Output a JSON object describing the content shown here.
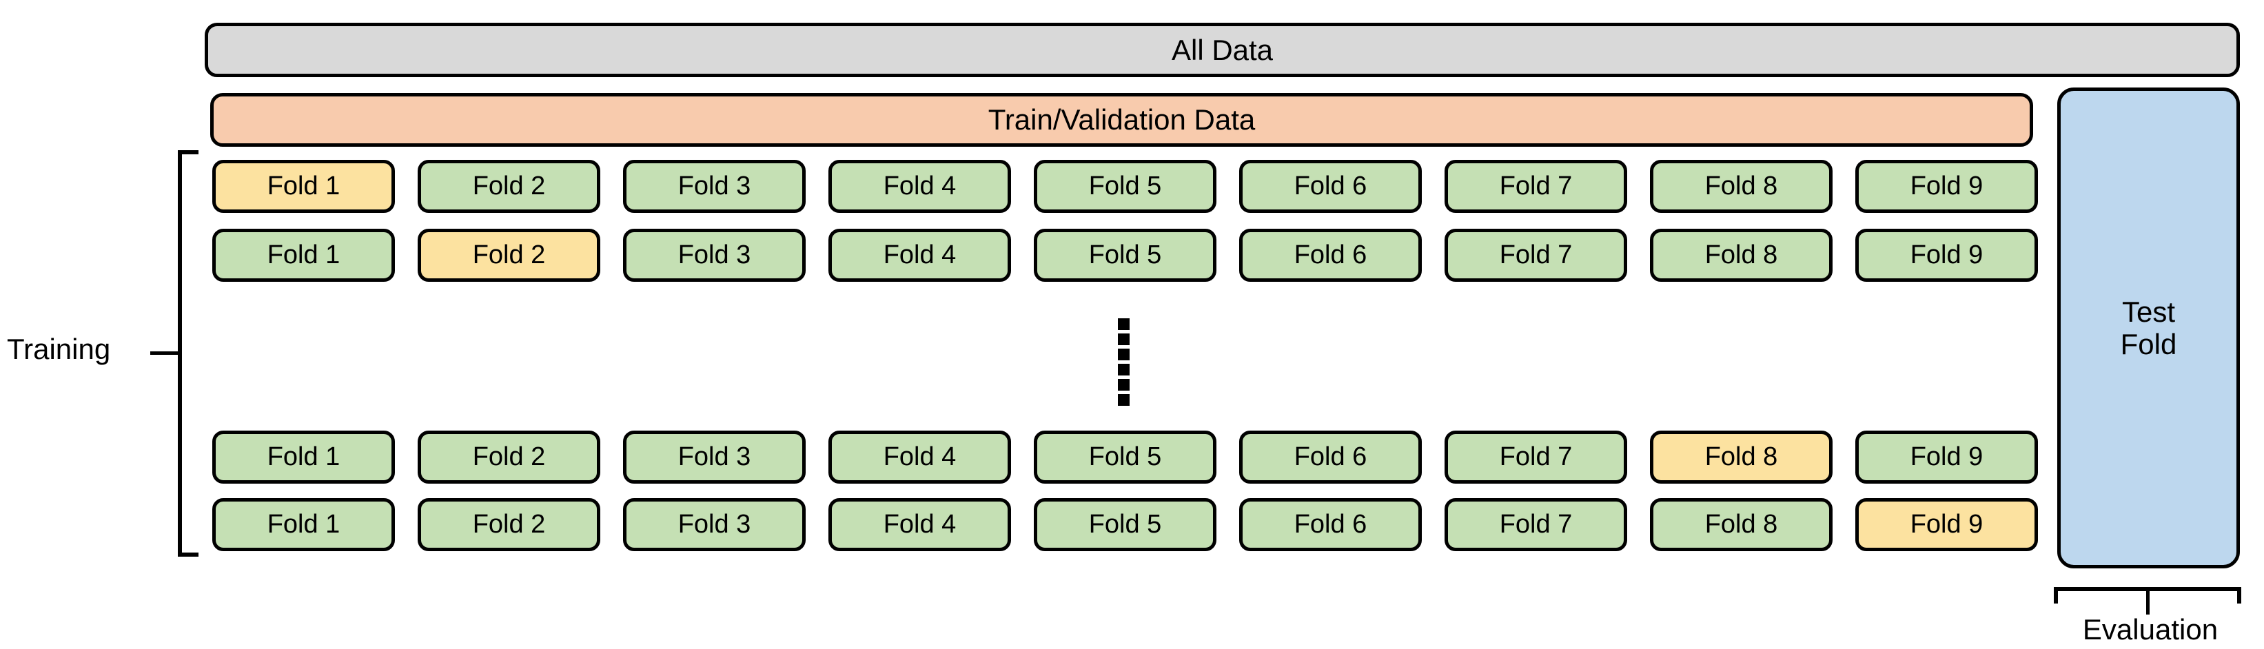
{
  "diagram": {
    "title_bars": {
      "all_data": "All Data",
      "train_validation": "Train/Validation Data"
    },
    "test_fold": {
      "label": "Test\nFold",
      "color": "#bdd7ee"
    },
    "brackets": {
      "training_label": "Training",
      "evaluation_label": "Evaluation"
    },
    "ellipsis": {
      "glyph": "vertical-dots",
      "dot_count": 6
    },
    "colors": {
      "all_data": "#d9d9d9",
      "train_validation": "#f8cbad",
      "fold_training": "#c5e0b4",
      "fold_validation": "#fce2a0",
      "test_fold": "#bdd7ee",
      "outline": "#000000",
      "background": "#ffffff"
    },
    "fold_grid": {
      "column_labels": [
        "Fold 1",
        "Fold 2",
        "Fold 3",
        "Fold 4",
        "Fold 5",
        "Fold 6",
        "Fold 7",
        "Fold 8",
        "Fold 9"
      ],
      "rows": [
        {
          "index": 1,
          "validation_fold": "Fold 1",
          "cells": [
            {
              "label": "Fold 1",
              "role": "validation"
            },
            {
              "label": "Fold 2",
              "role": "training"
            },
            {
              "label": "Fold 3",
              "role": "training"
            },
            {
              "label": "Fold 4",
              "role": "training"
            },
            {
              "label": "Fold 5",
              "role": "training"
            },
            {
              "label": "Fold 6",
              "role": "training"
            },
            {
              "label": "Fold 7",
              "role": "training"
            },
            {
              "label": "Fold 8",
              "role": "training"
            },
            {
              "label": "Fold 9",
              "role": "training"
            }
          ]
        },
        {
          "index": 2,
          "validation_fold": "Fold 2",
          "cells": [
            {
              "label": "Fold 1",
              "role": "training"
            },
            {
              "label": "Fold 2",
              "role": "validation"
            },
            {
              "label": "Fold 3",
              "role": "training"
            },
            {
              "label": "Fold 4",
              "role": "training"
            },
            {
              "label": "Fold 5",
              "role": "training"
            },
            {
              "label": "Fold 6",
              "role": "training"
            },
            {
              "label": "Fold 7",
              "role": "training"
            },
            {
              "label": "Fold 8",
              "role": "training"
            },
            {
              "label": "Fold 9",
              "role": "training"
            }
          ]
        },
        {
          "index": 3,
          "validation_fold": "Fold 8",
          "cells": [
            {
              "label": "Fold 1",
              "role": "training"
            },
            {
              "label": "Fold 2",
              "role": "training"
            },
            {
              "label": "Fold 3",
              "role": "training"
            },
            {
              "label": "Fold 4",
              "role": "training"
            },
            {
              "label": "Fold 5",
              "role": "training"
            },
            {
              "label": "Fold 6",
              "role": "training"
            },
            {
              "label": "Fold 7",
              "role": "training"
            },
            {
              "label": "Fold 8",
              "role": "validation"
            },
            {
              "label": "Fold 9",
              "role": "training"
            }
          ]
        },
        {
          "index": 4,
          "validation_fold": "Fold 9",
          "cells": [
            {
              "label": "Fold 1",
              "role": "training"
            },
            {
              "label": "Fold 2",
              "role": "training"
            },
            {
              "label": "Fold 3",
              "role": "training"
            },
            {
              "label": "Fold 4",
              "role": "training"
            },
            {
              "label": "Fold 5",
              "role": "training"
            },
            {
              "label": "Fold 6",
              "role": "training"
            },
            {
              "label": "Fold 7",
              "role": "training"
            },
            {
              "label": "Fold 8",
              "role": "training"
            },
            {
              "label": "Fold 9",
              "role": "validation"
            }
          ]
        }
      ]
    }
  },
  "layout": {
    "row_tops": [
      232,
      332,
      625,
      723
    ],
    "column_pitch": 298,
    "fold_width": 265
  }
}
